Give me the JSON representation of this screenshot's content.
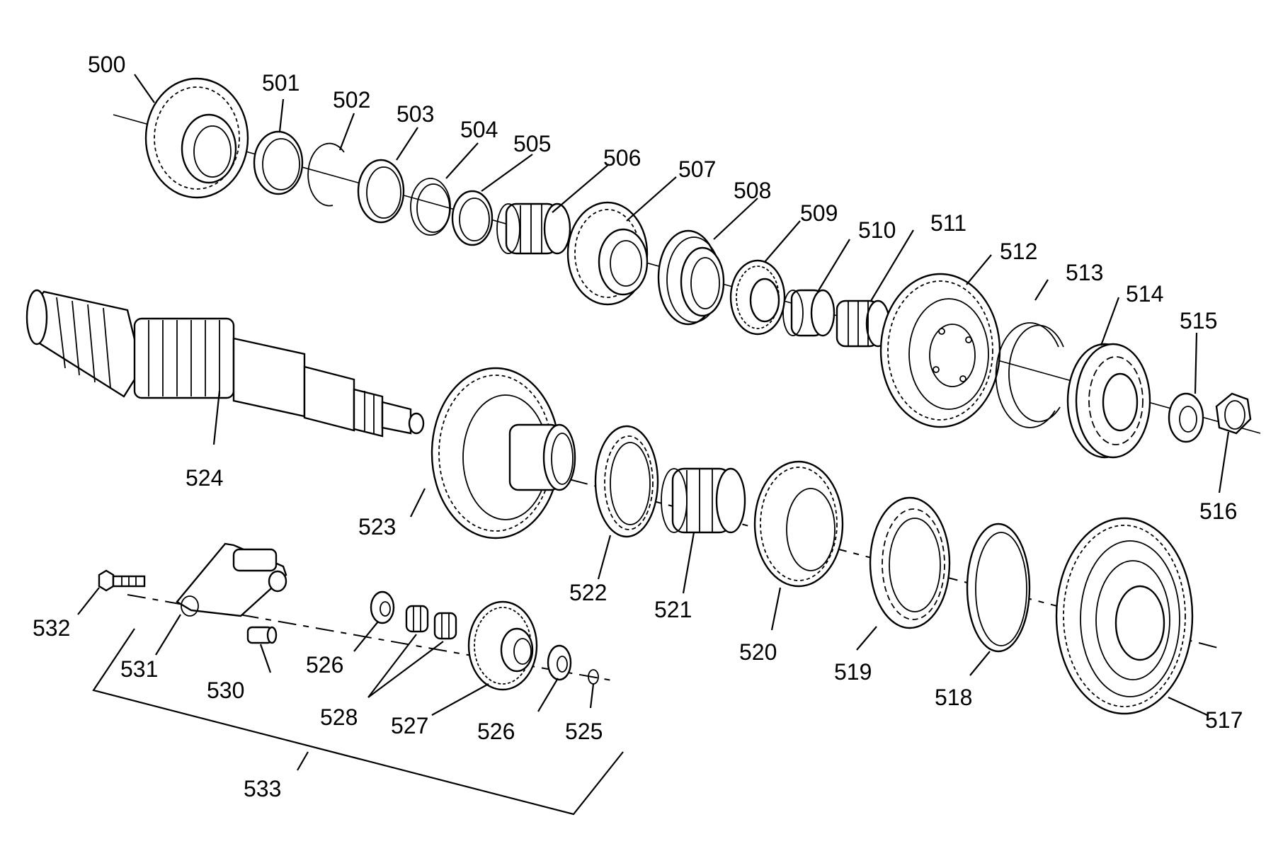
{
  "diagram": {
    "labels": {
      "p500": "500",
      "p501": "501",
      "p502": "502",
      "p503": "503",
      "p504": "504",
      "p505": "505",
      "p506": "506",
      "p507": "507",
      "p508": "508",
      "p509": "509",
      "p510": "510",
      "p511": "511",
      "p512": "512",
      "p513": "513",
      "p514": "514",
      "p515": "515",
      "p516": "516",
      "p517": "517",
      "p518": "518",
      "p519": "519",
      "p520": "520",
      "p521": "521",
      "p522": "522",
      "p523": "523",
      "p524": "524",
      "p525": "525",
      "p526a": "526",
      "p526b": "526",
      "p527": "527",
      "p528": "528",
      "p530": "530",
      "p531": "531",
      "p532": "532",
      "p533": "533"
    }
  }
}
